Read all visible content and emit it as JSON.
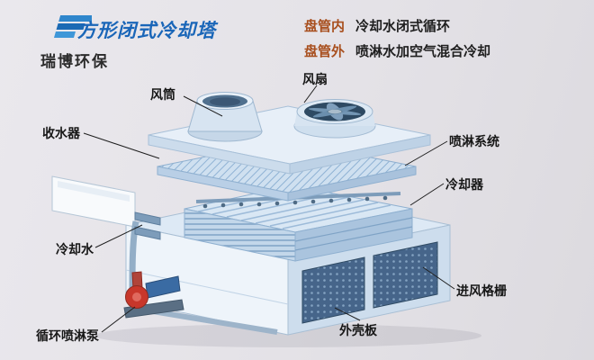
{
  "page": {
    "background": "#e4e2e7"
  },
  "header": {
    "logo_text": "瑞博环保",
    "title": "方形闭式冷却塔",
    "accent_blue": "#1a66b8",
    "accent_orange": "#a84f1e",
    "legend": [
      {
        "term": "盘管内",
        "desc": "冷却水闭式循环"
      },
      {
        "term": "盘管外",
        "desc": "喷淋水加空气混合冷却"
      }
    ]
  },
  "diagram": {
    "subject": "方形闭式冷却塔结构示意图",
    "labels": [
      {
        "id": "fan-duct",
        "text": "风筒"
      },
      {
        "id": "fan",
        "text": "风扇"
      },
      {
        "id": "drift-eliminator",
        "text": "收水器"
      },
      {
        "id": "spray-system",
        "text": "喷淋系统"
      },
      {
        "id": "cooler-coil",
        "text": "冷却器"
      },
      {
        "id": "cooling-water",
        "text": "冷却水"
      },
      {
        "id": "air-inlet-grille",
        "text": "进风格栅"
      },
      {
        "id": "shell-panel",
        "text": "外壳板"
      },
      {
        "id": "spray-pump",
        "text": "循环喷淋泵"
      }
    ]
  }
}
